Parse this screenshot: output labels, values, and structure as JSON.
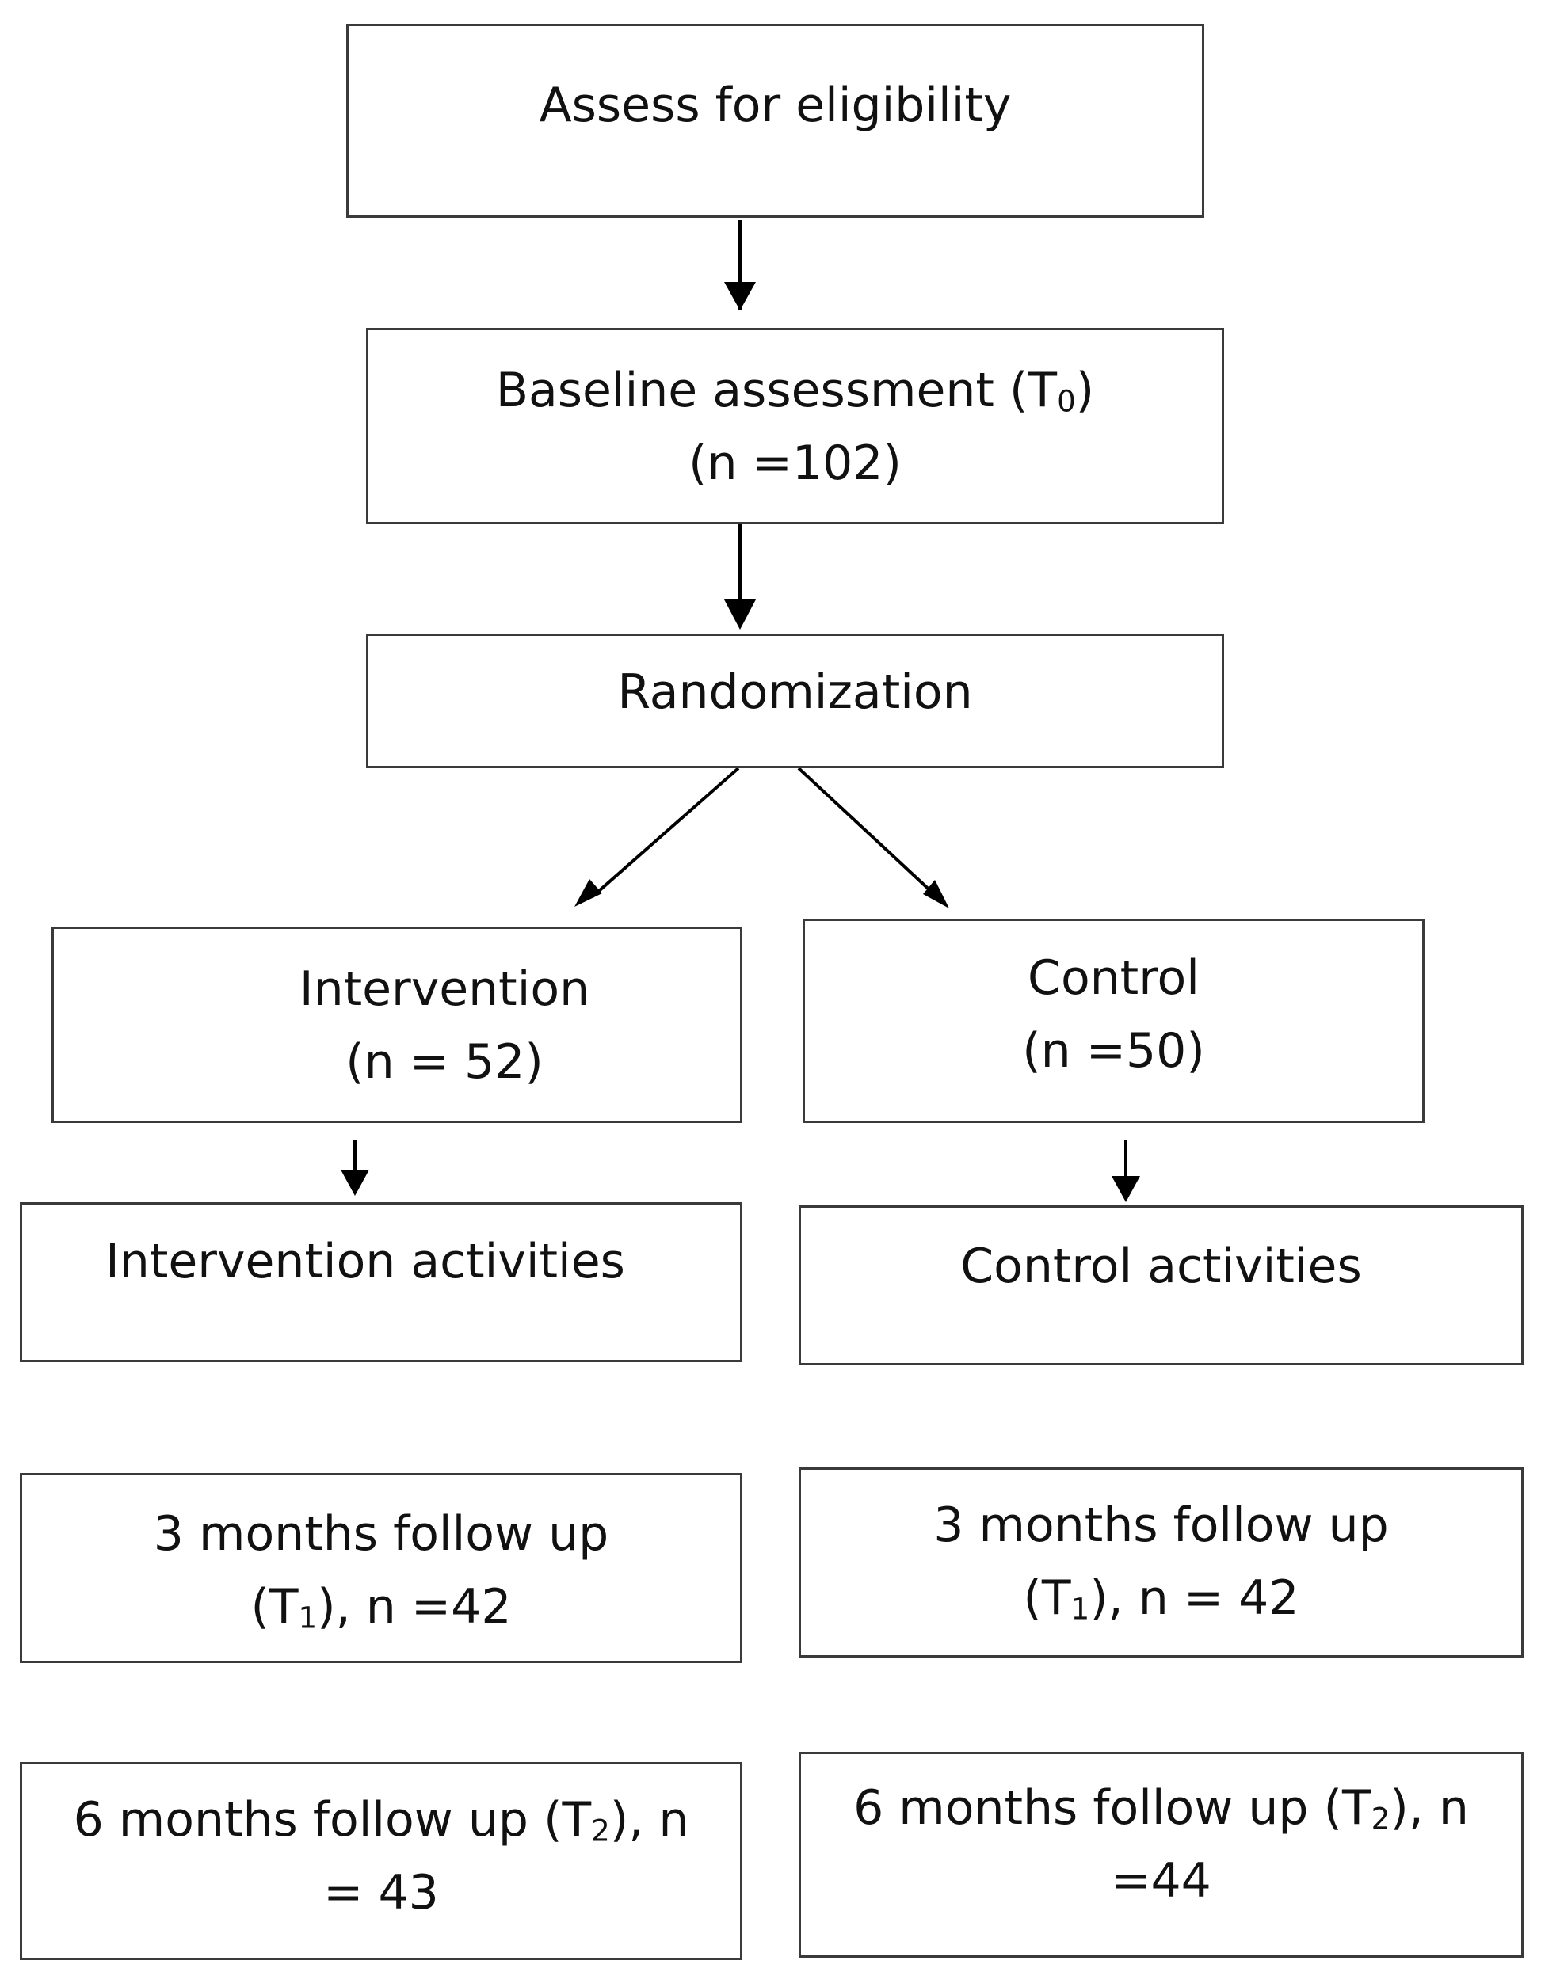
{
  "assess": {
    "line1": "Assess for eligibility"
  },
  "baseline": {
    "line1_pre": "Baseline assessment (T",
    "line1_sub": "0",
    "line1_post": ")",
    "line2": "(n =102)"
  },
  "randomization": {
    "line1": "Randomization"
  },
  "intervention": {
    "line1": "Intervention",
    "line2": "(n = 52)"
  },
  "control": {
    "line1": "Control",
    "line2": "(n =50)"
  },
  "intervention_activities": {
    "line1": "Intervention activities"
  },
  "control_activities": {
    "line1": "Control activities"
  },
  "int_3m": {
    "line1": "3 months follow up",
    "line2_pre": "(T",
    "line2_sub": "1",
    "line2_post": "), n =42"
  },
  "ctl_3m": {
    "line1": "3 months follow up",
    "line2_pre": "(T",
    "line2_sub": "1",
    "line2_post": "), n = 42"
  },
  "int_6m": {
    "line1_pre": "6 months follow up (T",
    "line1_sub": "2",
    "line1_post": "), n",
    "line2": "= 43"
  },
  "ctl_6m": {
    "line1_pre": "6 months follow up (T",
    "line1_sub": "2",
    "line1_post": "), n",
    "line2": "=44"
  }
}
